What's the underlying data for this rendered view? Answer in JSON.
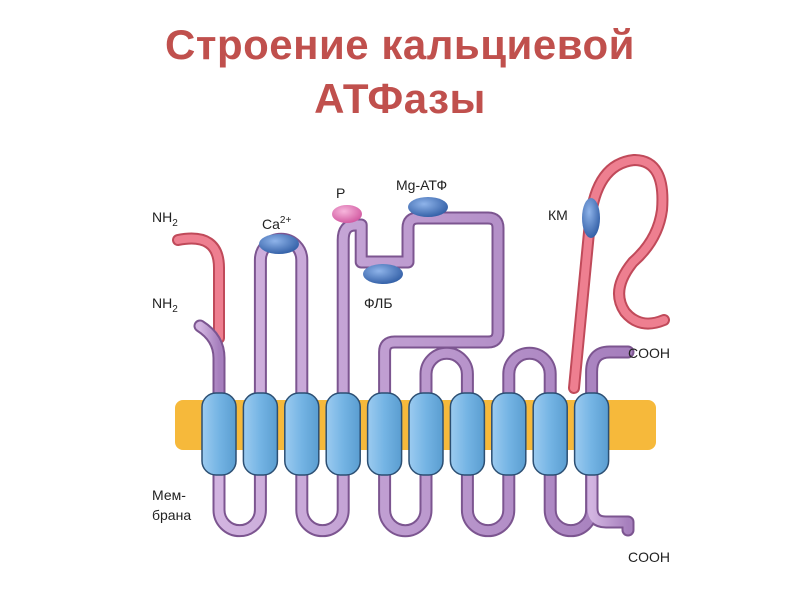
{
  "title": {
    "line1": "Строение кальциевой",
    "line2": "АТФазы"
  },
  "labels": {
    "nh2_top": "NH",
    "nh2_top_sub": "2",
    "nh2_low": "NH",
    "nh2_low_sub": "2",
    "ca": "Ca",
    "ca_sup": "2+",
    "p": "P",
    "mg_atp": "Mg-АТФ",
    "flb": "ФЛБ",
    "km": "КМ",
    "cooh_top": "COOH",
    "cooh_bottom": "COOH",
    "membrane_line1": "Мем-",
    "membrane_line2": "брана"
  },
  "colors": {
    "title": "#c0504d",
    "membrane": "#f6b93b",
    "helix_fill": "#74b4e4",
    "helix_stroke": "#2c4f73",
    "chain": "#b890cc",
    "chain_edge": "#7c5590",
    "pink_tail": "#ee7f90",
    "pink_edge": "#c04a5a",
    "blue_site": "#3e6eb6",
    "pink_site": "#e070b0",
    "label": "#222222"
  },
  "helix_count": 10
}
